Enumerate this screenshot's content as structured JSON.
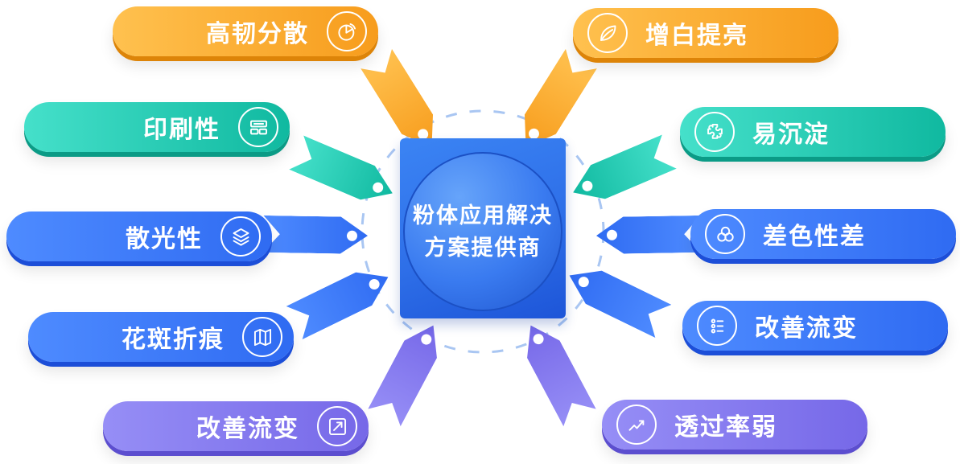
{
  "center": {
    "title_line1": "粉体应用解决",
    "title_line2": "方案提供商"
  },
  "left_items": [
    {
      "label": "高韧分散",
      "icon": "pie-chart-icon",
      "color": "orange"
    },
    {
      "label": "印刷性",
      "icon": "print-blocks-icon",
      "color": "teal"
    },
    {
      "label": "散光性",
      "icon": "layers-icon",
      "color": "blue"
    },
    {
      "label": "花斑折痕",
      "icon": "map-icon",
      "color": "blue"
    },
    {
      "label": "改善流变",
      "icon": "edit-arrow-icon",
      "color": "purple"
    }
  ],
  "right_items": [
    {
      "label": "增白提亮",
      "icon": "leaf-icon",
      "color": "orange"
    },
    {
      "label": "易沉淀",
      "icon": "puzzle-icon",
      "color": "teal"
    },
    {
      "label": "差色性差",
      "icon": "circles-icon",
      "color": "blue"
    },
    {
      "label": "改善流变",
      "icon": "list-sliders-icon",
      "color": "blue"
    },
    {
      "label": "透过率弱",
      "icon": "trend-arrow-icon",
      "color": "purple"
    }
  ],
  "theme": {
    "orange": {
      "light": "#FFC14F",
      "base": "#F79C1C",
      "dark": "#DD8408"
    },
    "teal": {
      "light": "#45E0CA",
      "base": "#10B9A0",
      "dark": "#0B9B86"
    },
    "blue": {
      "light": "#4E8BFF",
      "base": "#2F6BF2",
      "dark": "#1C4ED8"
    },
    "purple": {
      "light": "#968EF6",
      "base": "#7668E8",
      "dark": "#5C4ECF"
    },
    "center_square": "#2E6FE8",
    "center_circle": "#3A7BF0",
    "center_ring": "#1B50C4",
    "dashed_ring": "#A9C6F2",
    "text": "#FFFFFF"
  }
}
